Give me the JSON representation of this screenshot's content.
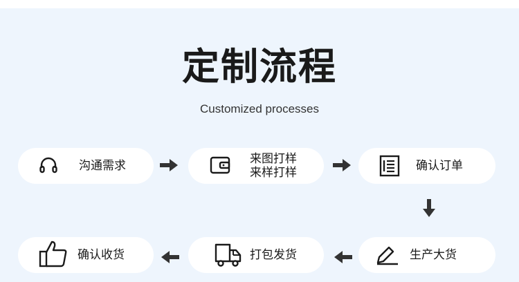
{
  "header": {
    "title": "定制流程",
    "subtitle": "Customized processes"
  },
  "steps": [
    {
      "label": "沟通需求",
      "icon": "headset-icon"
    },
    {
      "label": "来图打样\n来样打样",
      "icon": "wallet-icon"
    },
    {
      "label": "确认订单",
      "icon": "document-list-icon"
    },
    {
      "label": "生产大货",
      "icon": "pencil-icon"
    },
    {
      "label": "打包发货",
      "icon": "delivery-truck-icon"
    },
    {
      "label": "确认收货",
      "icon": "thumbs-up-icon"
    }
  ],
  "colors": {
    "background": "#eef5fd",
    "card": "#ffffff",
    "text": "#1a1a1a",
    "arrow": "#333333"
  }
}
